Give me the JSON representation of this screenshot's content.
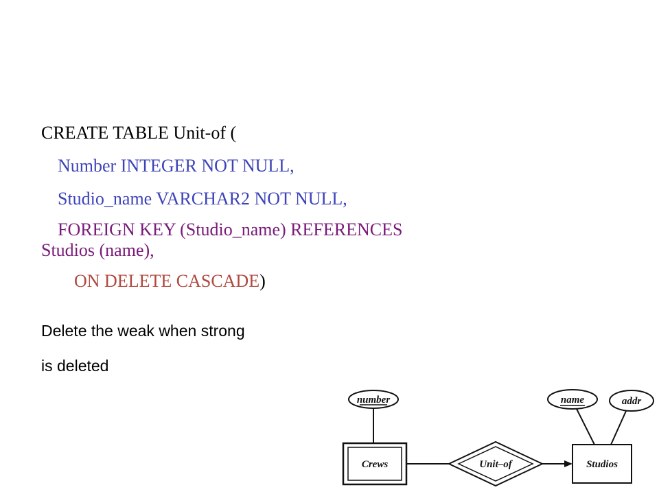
{
  "sql": {
    "line1": "CREATE TABLE  Unit-of (",
    "line2": "Number INTEGER  NOT NULL,",
    "line3": "Studio_name VARCHAR2 NOT NULL,",
    "line4a": "FOREIGN KEY  (Studio_name) REFERENCES",
    "line4b": "Studios (name),",
    "line5": "ON DELETE CASCADE",
    "line5_close": ")"
  },
  "note": {
    "line1": "Delete the weak when strong",
    "line2": "is deleted"
  },
  "diagram": {
    "entity_weak": "Crews",
    "entity_strong": "Studios",
    "relationship": "Unit–of",
    "attr_number": "number",
    "attr_name": "name",
    "attr_addr": "addr"
  },
  "colors": {
    "blue": "#3d43b8",
    "purple": "#7a1a7a",
    "rust": "#b0493f"
  }
}
